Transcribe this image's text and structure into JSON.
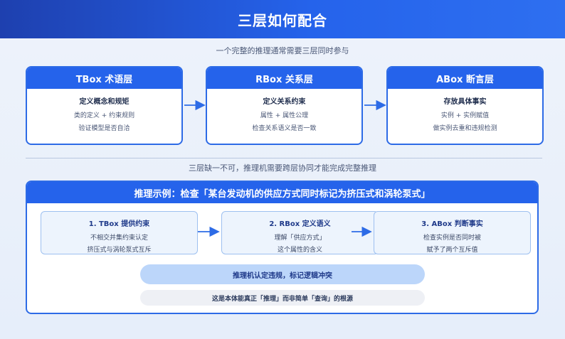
{
  "title": "三层如何配合",
  "subtitle_top": "一个完整的推理通常需要三层同时参与",
  "layers": [
    {
      "head": "TBox 术语层",
      "strong": "定义概念和规矩",
      "lines": [
        "类的定义 + 约束规则",
        "验证模型是否自洽"
      ]
    },
    {
      "head": "RBox 关系层",
      "strong": "定义关系约束",
      "lines": [
        "属性 + 属性公理",
        "检查关系语义是否一致"
      ]
    },
    {
      "head": "ABox 断言层",
      "strong": "存放具体事实",
      "lines": [
        "实例 + 实例赋值",
        "做实例去重和违规检测"
      ]
    }
  ],
  "subtitle_mid": "三层缺一不可，推理机需要跨层协同才能完成完整推理",
  "example": {
    "title": "推理示例：检查「某台发动机的供应方式同时标记为挤压式和涡轮泵式」",
    "steps": [
      {
        "title": "1. TBox 提供约束",
        "lines": [
          "不相交并集约束认定",
          "挤压式与涡轮泵式互斥"
        ]
      },
      {
        "title": "2. RBox 定义语义",
        "lines": [
          "理解「供应方式」",
          "这个属性的含义"
        ]
      },
      {
        "title": "3. ABox 判断事实",
        "lines": [
          "检查实例是否同时被",
          "赋予了两个互斥值"
        ]
      }
    ],
    "conclusion": "推理机认定违规，标记逻辑冲突",
    "footnote": "这是本体能真正「推理」而非简单「查询」的根源"
  },
  "colors": {
    "accent": "#2563eb",
    "arrow": "#2d6be6"
  }
}
